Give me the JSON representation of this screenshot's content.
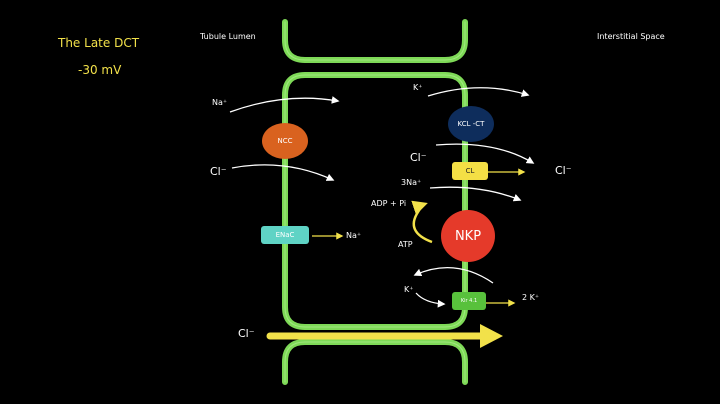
{
  "title": "The Late DCT",
  "potential": "-30 mV",
  "regions": {
    "lumen": "Tubule Lumen",
    "interstitial": "Interstitial Space"
  },
  "ions": {
    "na_ncc": "Na⁺",
    "cl_ncc": "Cl⁻",
    "na_enac": "Na⁺",
    "k_kcc": "K⁺",
    "cl_left_basal": "Cl⁻",
    "cl_right_basal": "Cl⁻",
    "na3": "3Na⁺",
    "adp": "ADP + Pi",
    "atp": "ATP",
    "k_channel_in": "K⁺",
    "k_2": "2 K⁺",
    "cl_paracellular": "Cl⁻"
  },
  "transporters": {
    "ncc": "NCC",
    "enac": "ENaC",
    "kcc": "KCL -CT",
    "clc": "CL",
    "nkp": "NKP",
    "kir": "Kir 4.1"
  },
  "colors": {
    "membrane": "#7ed957",
    "ncc": "#d9621f",
    "enac": "#5fd3c5",
    "kcc": "#0e2d5c",
    "clc": "#f4df45",
    "nkp": "#e53a2a",
    "kir": "#58c13c",
    "accent_yellow": "#f2e14a"
  }
}
